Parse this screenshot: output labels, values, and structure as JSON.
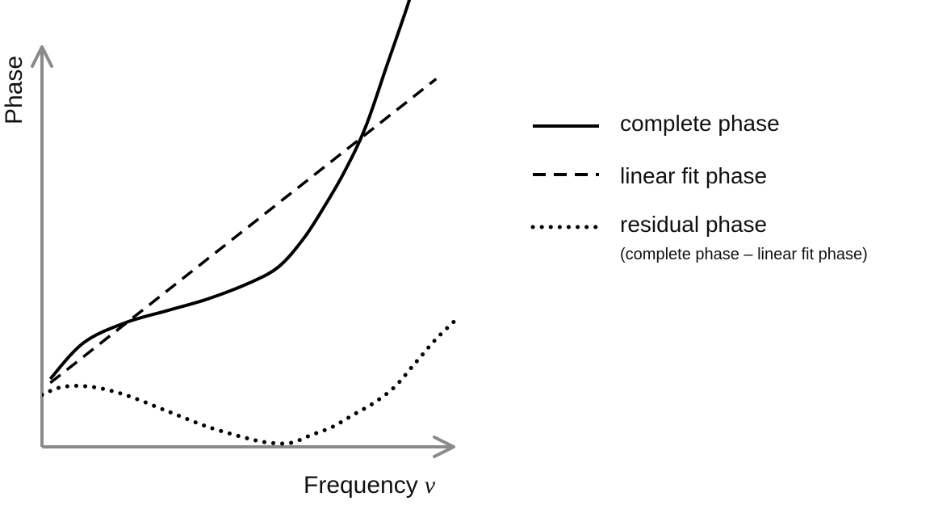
{
  "chart_data": {
    "type": "line",
    "xlabel": "Frequency",
    "xlabel_symbol": "ν",
    "ylabel": "Phase",
    "xlim": [
      0,
      1
    ],
    "ylim": [
      0,
      1
    ],
    "grid": false,
    "legend_placement": "right",
    "axis_color": "#8a8a8a",
    "line_color": "#000000",
    "x_ticks": [],
    "y_ticks": [],
    "series": [
      {
        "name": "complete phase",
        "style": "solid",
        "x": [
          0.02,
          0.1,
          0.2,
          0.3,
          0.4,
          0.5,
          0.57,
          0.63,
          0.68,
          0.73,
          0.78,
          0.83,
          0.88,
          0.9
        ],
        "y": [
          0.17,
          0.26,
          0.31,
          0.34,
          0.37,
          0.41,
          0.45,
          0.52,
          0.6,
          0.69,
          0.8,
          0.95,
          1.1,
          1.17
        ]
      },
      {
        "name": "linear fit phase",
        "style": "dashed",
        "x": [
          0.02,
          0.95
        ],
        "y": [
          0.16,
          0.92
        ]
      },
      {
        "name": "residual phase",
        "note": "(complete phase – linear fit phase)",
        "style": "dotted",
        "x": [
          0.0,
          0.05,
          0.12,
          0.2,
          0.3,
          0.4,
          0.5,
          0.55,
          0.6,
          0.65,
          0.7,
          0.75,
          0.8,
          0.85,
          0.9,
          0.95,
          1.0
        ],
        "y": [
          0.13,
          0.15,
          0.15,
          0.13,
          0.09,
          0.05,
          0.02,
          0.01,
          0.01,
          0.03,
          0.05,
          0.08,
          0.11,
          0.15,
          0.21,
          0.27,
          0.32
        ]
      }
    ]
  }
}
